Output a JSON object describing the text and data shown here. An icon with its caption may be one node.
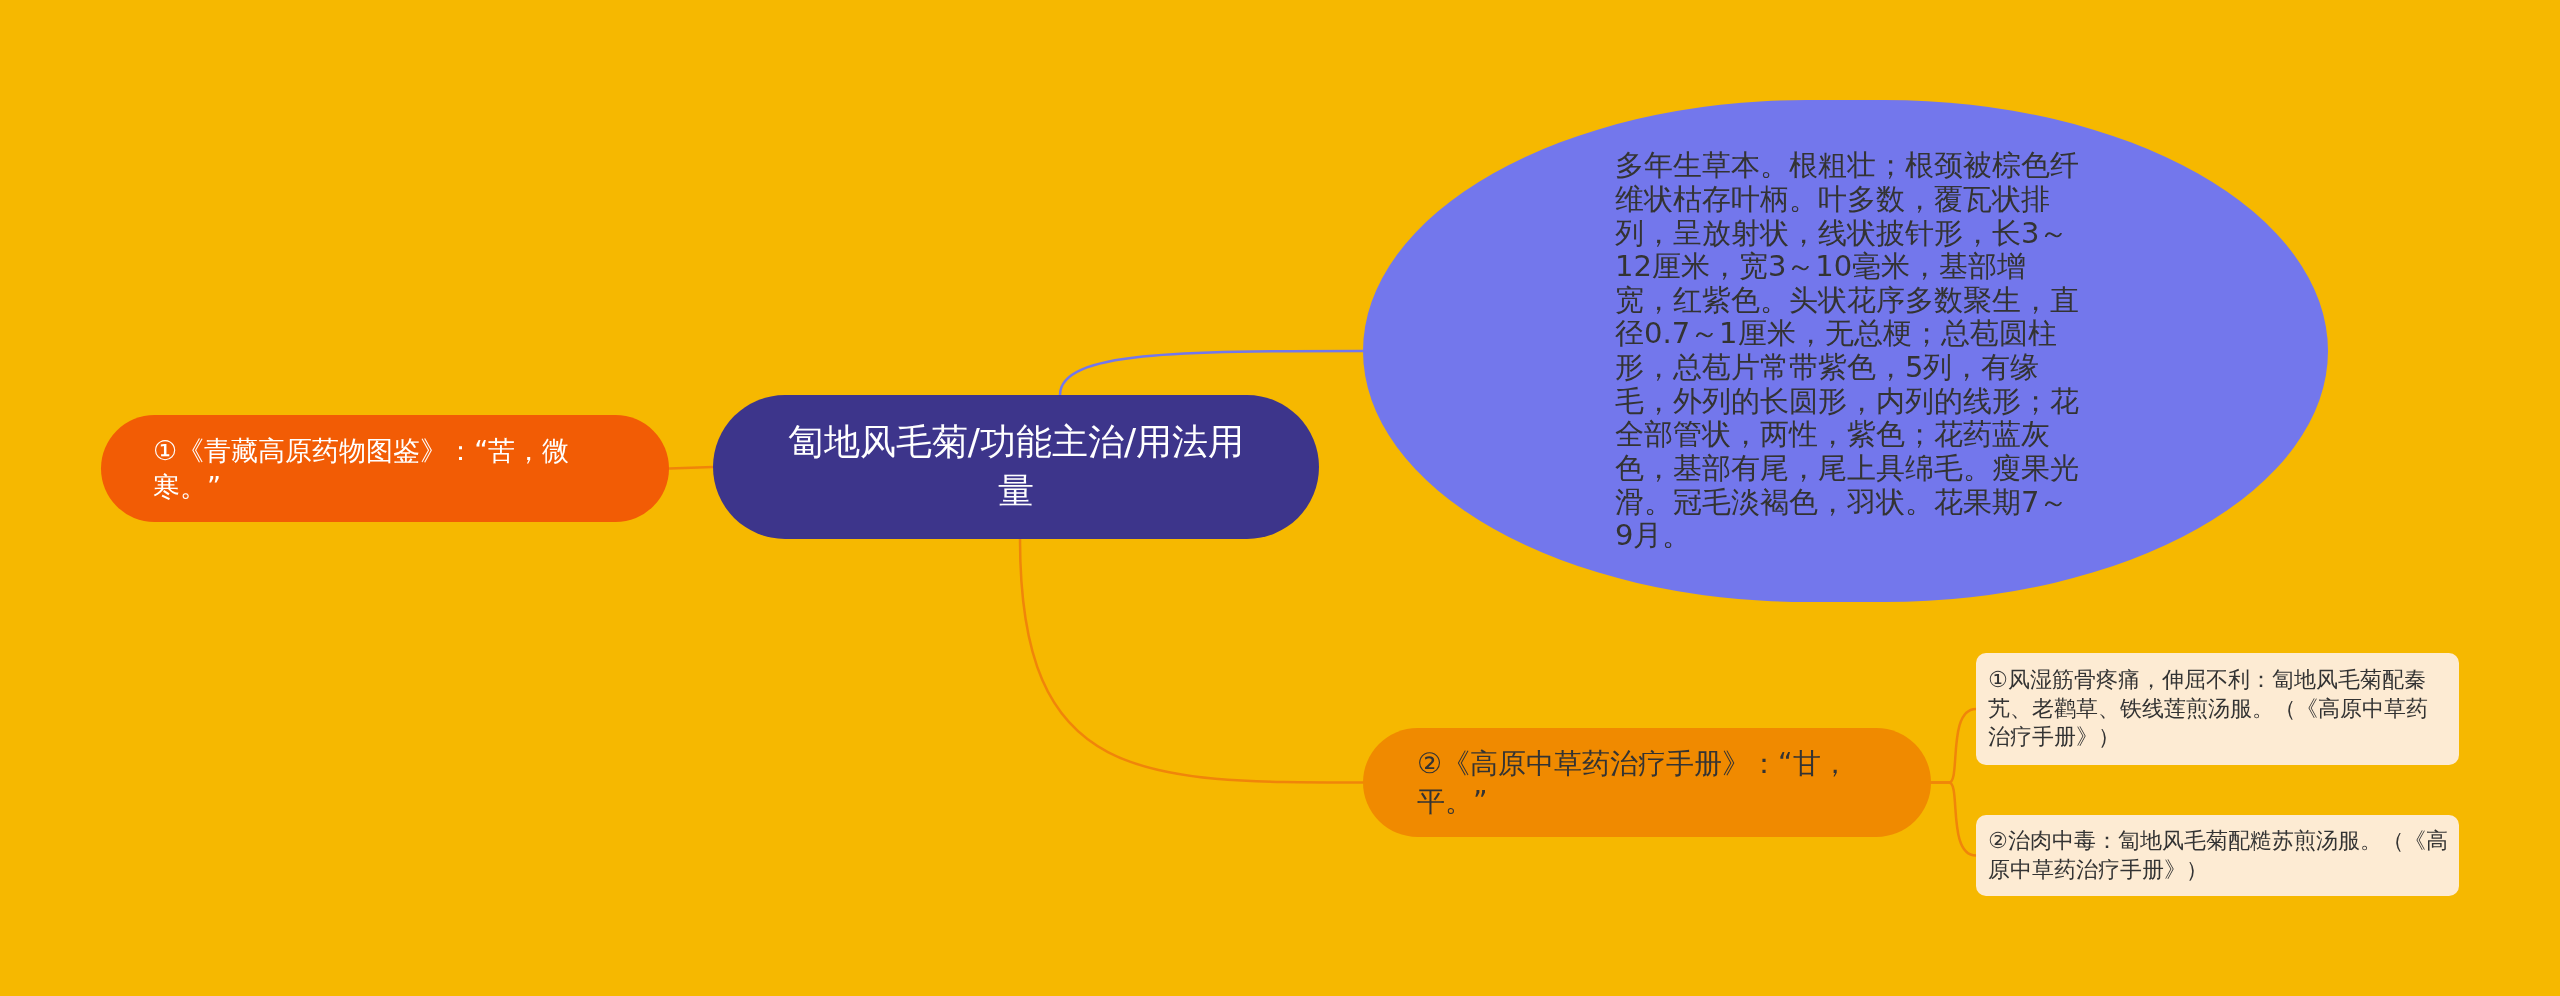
{
  "diagram": {
    "nodes": [
      {
        "text": [
          "匐地风毛菊/功能主治/用法用量"
        ]
      },
      {
        "text": [
          "①《青藏高原药物图鉴》：“苦，微寒。”"
        ]
      },
      {
        "text": [
          "多年生草本。根粗壮；根颈被棕色纤维状枯存叶柄。叶多数，覆瓦状排列，呈放射状，线状披针形，长3～12厘米，宽3～10毫米，基部增宽，红紫色。头状花序多数聚生，直径0.7～1厘米，无总梗；总苞圆柱形，总苞片常带紫色，5列，有缘毛，外列的长圆形，内列的线形；花全部管状，两性，紫色；花药蓝灰色，基部有尾，尾上具绵毛。瘦果光滑。冠毛淡褐色，羽状。花果期7～9月。"
        ]
      },
      {
        "text": [
          "②《高原中草药治疗手册》：“甘，平。”"
        ]
      },
      {
        "text": [
          "①风湿筋骨疼痛，伸屈不利：匐地风毛菊配秦艽、老鹳草、铁线莲煎汤服。（《高原中草药治疗手册》）"
        ]
      },
      {
        "text": [
          "②治肉中毒：匐地风毛菊配糙苏煎汤服。（《高原中草药治疗手册》）"
        ]
      }
    ],
    "edges": [
      {
        "from": 0,
        "to": 1,
        "arrow": "none"
      },
      {
        "from": 0,
        "to": 2,
        "arrow": "none",
        "color": "#7377ec"
      },
      {
        "from": 0,
        "to": 3,
        "arrow": "none"
      },
      {
        "from": 3,
        "to": 4,
        "arrow": "none"
      },
      {
        "from": 3,
        "to": 5,
        "arrow": "none"
      }
    ]
  }
}
